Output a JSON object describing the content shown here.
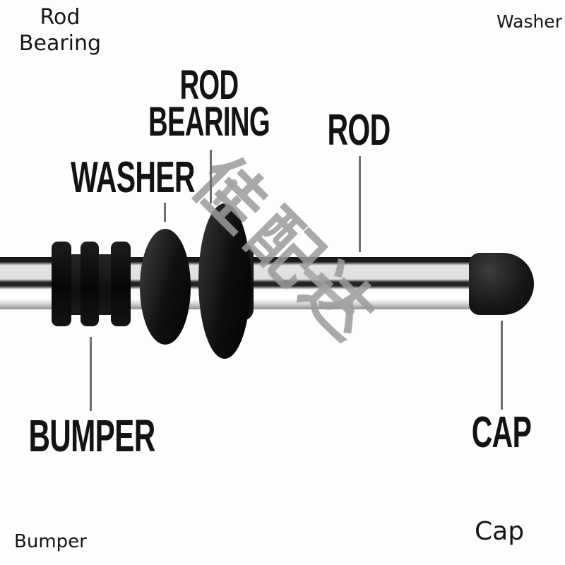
{
  "image_type": "product-parts-diagram",
  "corner_captions": {
    "top_left_line1": "Rod",
    "top_left_line2": "Bearing",
    "top_right": "Washer",
    "bottom_left": "Bumper",
    "bottom_right": "Cap"
  },
  "part_labels": {
    "rod_bearing_line1": "ROD",
    "rod_bearing_line2": "BEARING",
    "washer": "WASHER",
    "rod": "ROD",
    "bumper": "BUMPER",
    "cap": "CAP"
  },
  "parts": [
    "BUMPER",
    "WASHER",
    "ROD BEARING",
    "ROD",
    "CAP"
  ],
  "watermark": {
    "text": "佳配达",
    "color": "#9b9b9b"
  },
  "colors": {
    "background": "#fdfdfd",
    "label_text": "#131313",
    "caption_text": "#161616",
    "part_black": "#101010",
    "rod_chrome_highlight": "#ffffff",
    "rod_chrome_shadow": "#1c1c1c",
    "leader_line": "#6e6e6e",
    "watermark_gray": "#9b9b9b"
  }
}
